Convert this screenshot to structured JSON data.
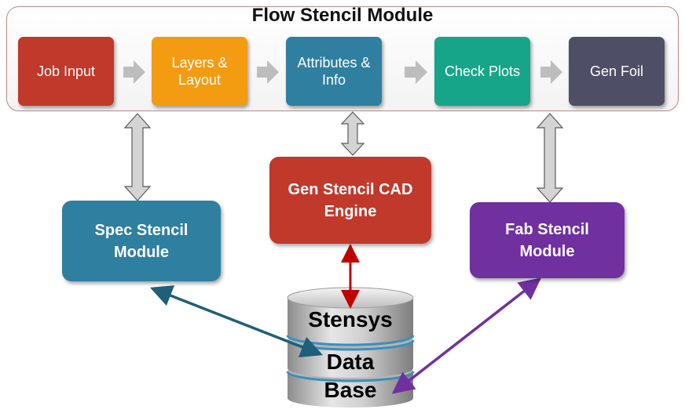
{
  "module": {
    "title": "Flow Stencil Module"
  },
  "steps": [
    {
      "label": "Job Input",
      "color": "#c0392b"
    },
    {
      "label": "Layers & Layout",
      "color": "#f39c12"
    },
    {
      "label": "Attributes & Info",
      "color": "#2e7fa0"
    },
    {
      "label": "Check Plots",
      "color": "#17a589"
    },
    {
      "label": "Gen Foil",
      "color": "#4e4e66"
    }
  ],
  "spec_module": {
    "label": "Spec Stencil Module",
    "color": "#2e7fa0"
  },
  "cad_engine": {
    "label": "Gen Stencil CAD Engine",
    "color": "#c0392b"
  },
  "fab_module": {
    "label": "Fab Stencil Module",
    "color": "#7030a0"
  },
  "database": {
    "line1": "Stensys",
    "line2": "Data",
    "line3": "Base"
  },
  "colors": {
    "connector_gray": "#c8c8c8",
    "connector_red": "#c00000",
    "connector_teal": "#1f5f78",
    "connector_purple": "#7030a0"
  }
}
